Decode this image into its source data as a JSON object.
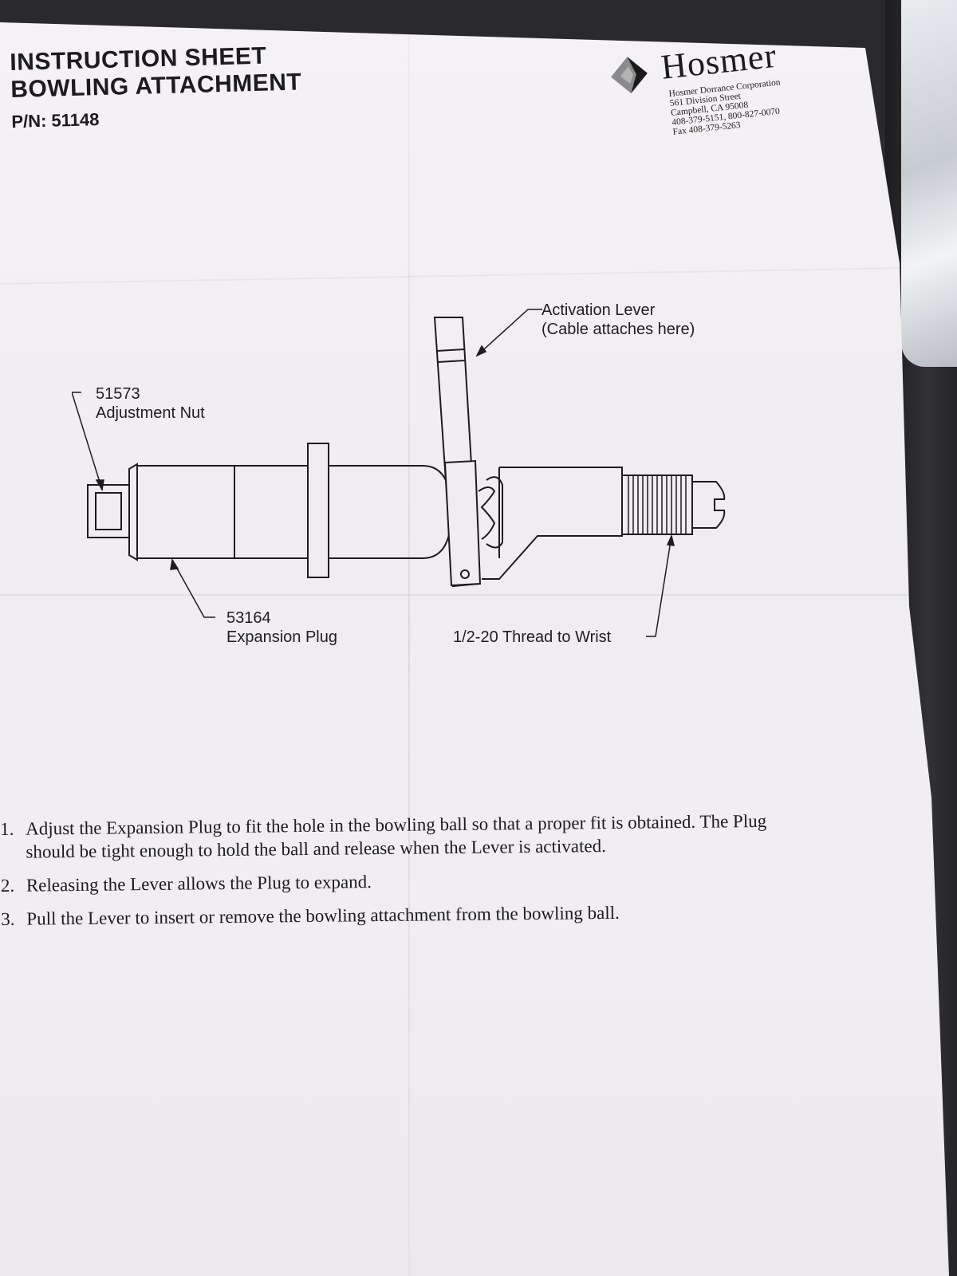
{
  "header": {
    "title_line1": "INSTRUCTION SHEET",
    "title_line2": "BOWLING ATTACHMENT",
    "part_number": "P/N: 51148"
  },
  "logo": {
    "icon": "hosmer-diamond-logo-icon",
    "name": "Hosmer",
    "company": "Hosmer Dorrance Corporation",
    "street": "561 Division Street",
    "city": "Campbell, CA  95008",
    "phone": "408-379-5151, 800-827-0070",
    "fax": "Fax 408-379-5263"
  },
  "diagram": {
    "callouts": {
      "activation_lever_line1": "Activation Lever",
      "activation_lever_line2": "(Cable attaches here)",
      "adjustment_nut_part": "51573",
      "adjustment_nut_label": "Adjustment Nut",
      "expansion_plug_part": "53164",
      "expansion_plug_label": "Expansion Plug",
      "thread_label": "1/2-20 Thread to Wrist"
    }
  },
  "instructions": [
    {
      "num": "1.",
      "text": "Adjust the Expansion Plug to fit the hole in the bowling ball so that a proper fit is obtained. The Plug should be tight enough to hold the ball and release when the Lever is activated."
    },
    {
      "num": "2.",
      "text": "Releasing the Lever allows the Plug to expand."
    },
    {
      "num": "3.",
      "text": "Pull the Lever to insert or remove the bowling attachment from the bowling ball."
    }
  ],
  "colors": {
    "paper": "#efedf1",
    "ink": "#1c1c1e",
    "background": "#2a2a2c"
  }
}
